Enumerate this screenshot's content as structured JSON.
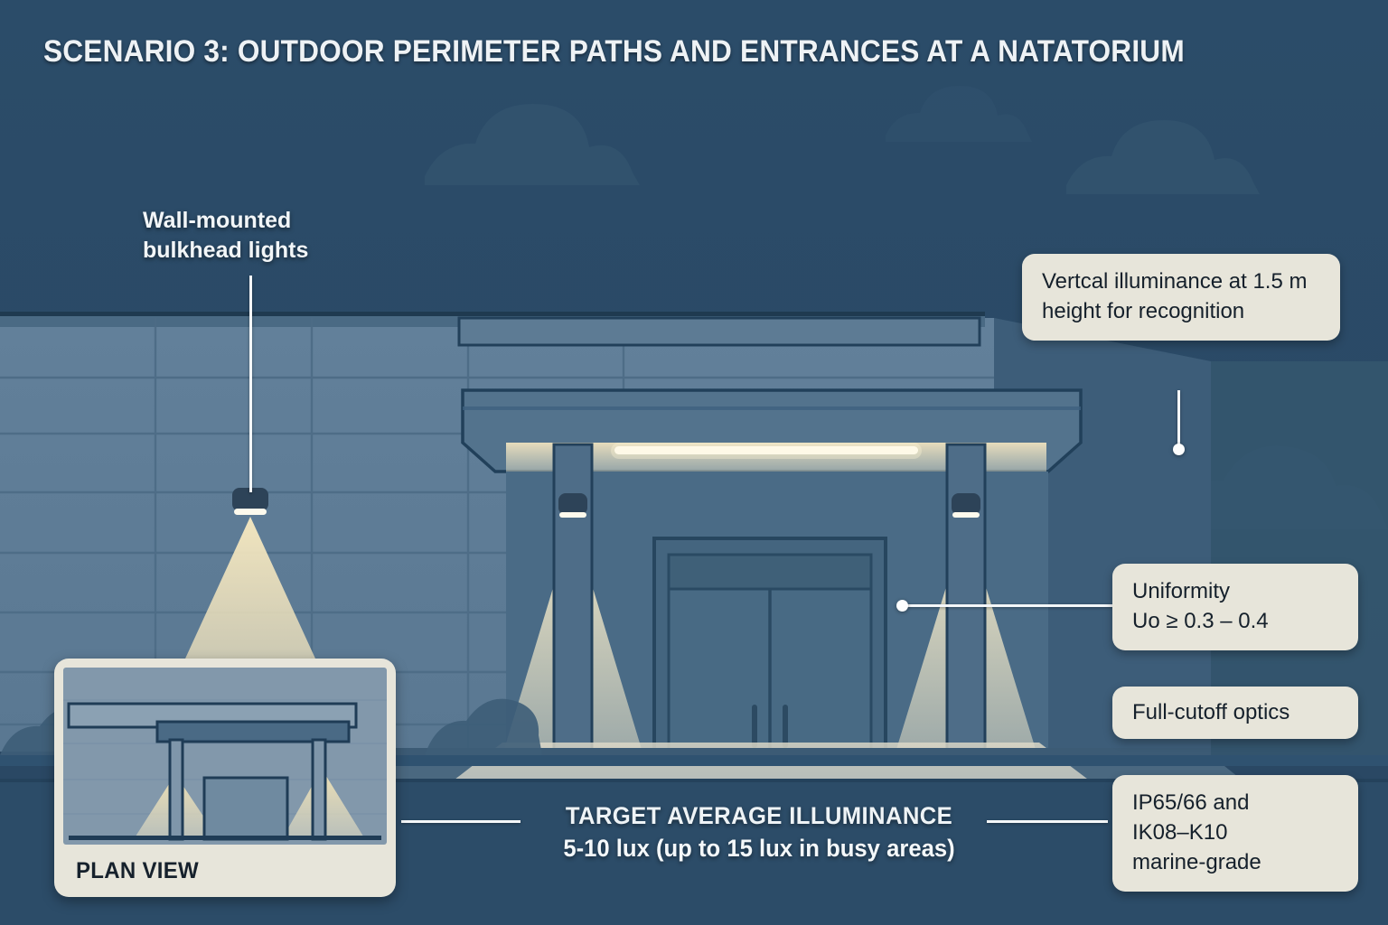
{
  "title": "SCENARIO 3: OUTDOOR PERIMETER PATHS AND ENTRANCES AT A NATATORIUM",
  "labels": {
    "wall_mounted": "Wall-mounted\nbulkhead lights"
  },
  "callouts": {
    "vertical_illuminance": "Vertcal illuminance at 1.5 m height for recognition",
    "uniformity": "Uniformity\nUo ≥ 0.3 – 0.4",
    "full_cutoff": "Full-cutoff optics",
    "ingress_impact": "IP65/66 and\nIK08–K10\nmarine-grade"
  },
  "target": {
    "heading": "TARGET AVERAGE ILLUMINANCE",
    "value": "5-10 lux (up to 15 lux in busy areas)"
  },
  "plan_view": {
    "label": "PLAN VIEW"
  },
  "colors": {
    "sky": "#2a4a66",
    "wall": "#5f7d96",
    "wall_dark": "#1e3a52",
    "callout_bg": "#e7e5da",
    "callout_text": "#15202b",
    "light_warm": "#f0e0b4",
    "fixture": "#2d4358",
    "ground": "#44637e",
    "leader": "#f4f7f9"
  },
  "icons": {
    "bulkhead_left": "wall-light-icon",
    "bulkhead_canopy_left": "wall-light-icon",
    "bulkhead_canopy_right": "wall-light-icon",
    "canopy_strip": "linear-luminaire-icon"
  }
}
